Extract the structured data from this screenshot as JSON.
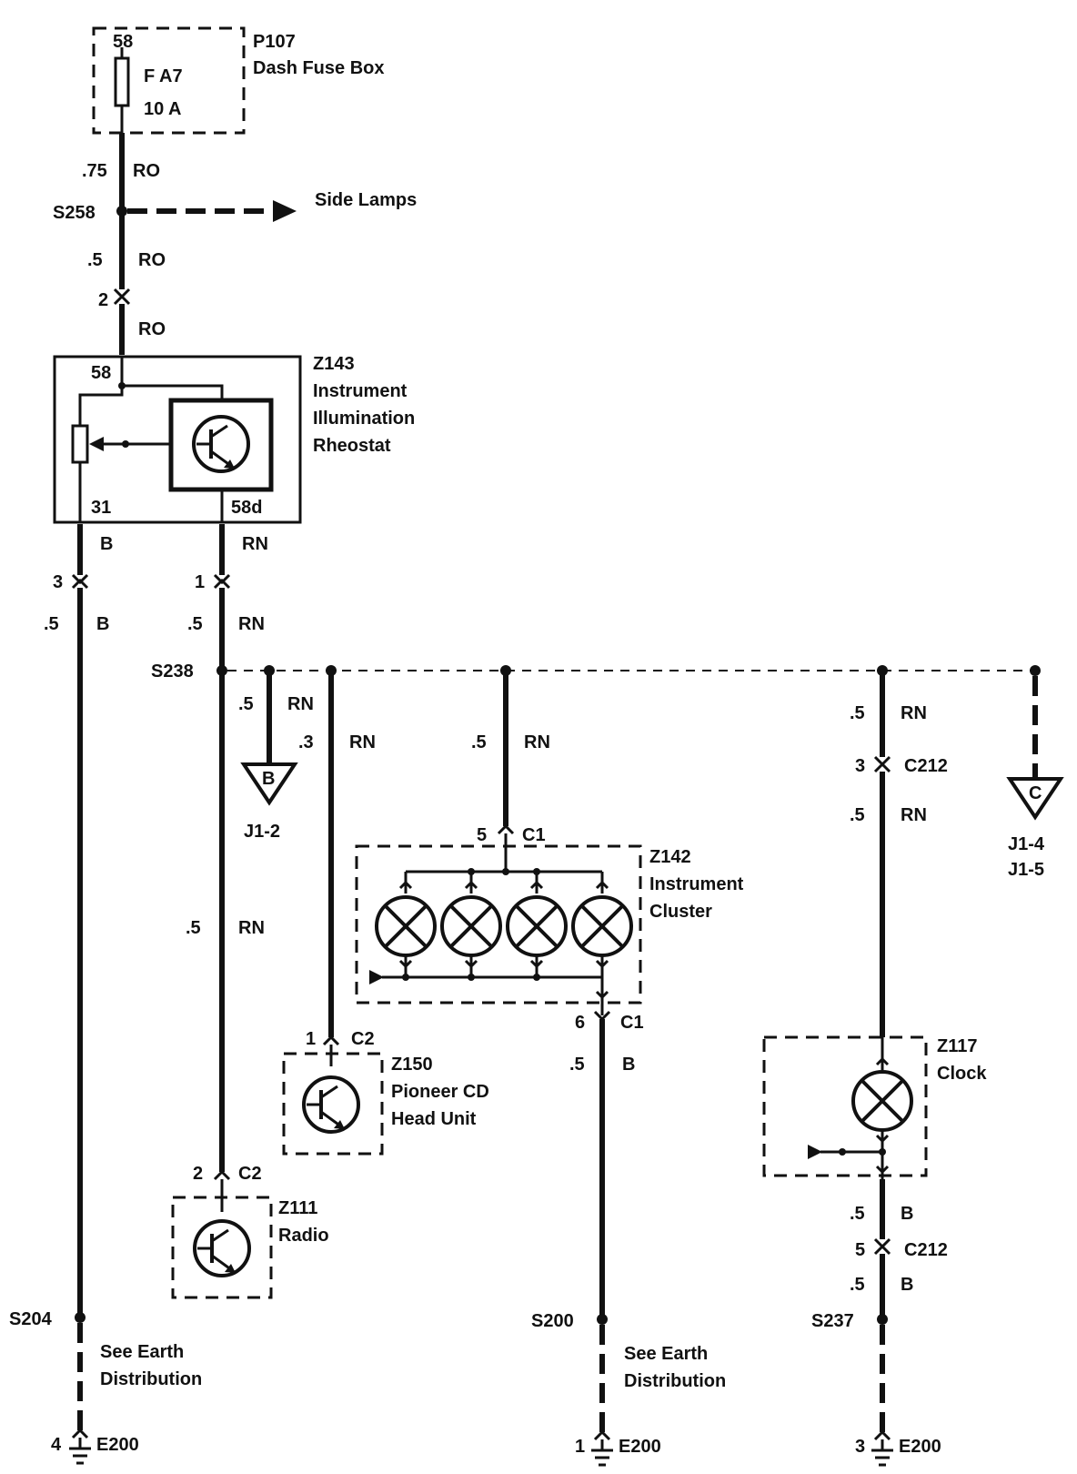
{
  "fuse_box": {
    "id": "P107",
    "name": "Dash Fuse Box",
    "terminal": "58",
    "fuse": "F A7",
    "rating": "10 A"
  },
  "wire_labels": {
    "w075_size": ".75",
    "w075_color": "RO",
    "w05_size": ".5",
    "w05_color": "RO",
    "ro_color": "RO",
    "b_color": "B",
    "rn_color": "RN",
    "left_b_size": ".5",
    "left_b_color": "B",
    "rn1_size": ".5",
    "rn1_color": "RN",
    "jb_size": ".5",
    "jb_color": "RN",
    "cd_size": ".3",
    "cd_color": "RN",
    "cl_size": ".5",
    "cl_color": "RN",
    "radio_size": ".5",
    "radio_color": "RN",
    "clk_top_size": ".5",
    "clk_top_color": "RN",
    "clk_mid_size": ".5",
    "clk_mid_color": "RN",
    "cl_out_size": ".5",
    "cl_out_color": "B",
    "clk_out_size": ".5",
    "clk_out_color": "B",
    "clk_bot_size": ".5",
    "clk_bot_color": "B"
  },
  "splices": {
    "s258": "S258",
    "s238": "S238",
    "s204": "S204",
    "s200": "S200",
    "s237": "S237"
  },
  "side_lamps": "Side Lamps",
  "connectors": {
    "c2pin": "2",
    "c3pin": "3",
    "c1pin": "1",
    "cl_in_pin": "5",
    "cl_in_name": "C1",
    "cl_out_pin": "6",
    "cl_out_name": "C1",
    "cd_pin": "1",
    "cd_name": "C2",
    "radio_pin": "2",
    "radio_name": "C2",
    "clk_top_pin": "3",
    "clk_top_name": "C212",
    "clk_bot_pin": "5",
    "clk_bot_name": "C212"
  },
  "rheostat": {
    "id": "Z143",
    "line1": "Instrument",
    "line2": "Illumination",
    "line3": "Rheostat",
    "t58": "58",
    "t31": "31",
    "t58d": "58d"
  },
  "jumpers": {
    "b_letter": "B",
    "b_label": "J1-2",
    "c_letter": "C",
    "c_label1": "J1-4",
    "c_label2": "J1-5"
  },
  "cluster": {
    "id": "Z142",
    "line1": "Instrument",
    "line2": "Cluster"
  },
  "cd": {
    "id": "Z150",
    "line1": "Pioneer CD",
    "line2": "Head Unit"
  },
  "radio": {
    "id": "Z111",
    "line1": "Radio"
  },
  "clock": {
    "id": "Z117",
    "line1": "Clock"
  },
  "earth_note": {
    "line1": "See Earth",
    "line2": "Distribution"
  },
  "grounds": {
    "left_pin": "4",
    "left_name": "E200",
    "mid_pin": "1",
    "mid_name": "E200",
    "right_pin": "3",
    "right_name": "E200"
  }
}
